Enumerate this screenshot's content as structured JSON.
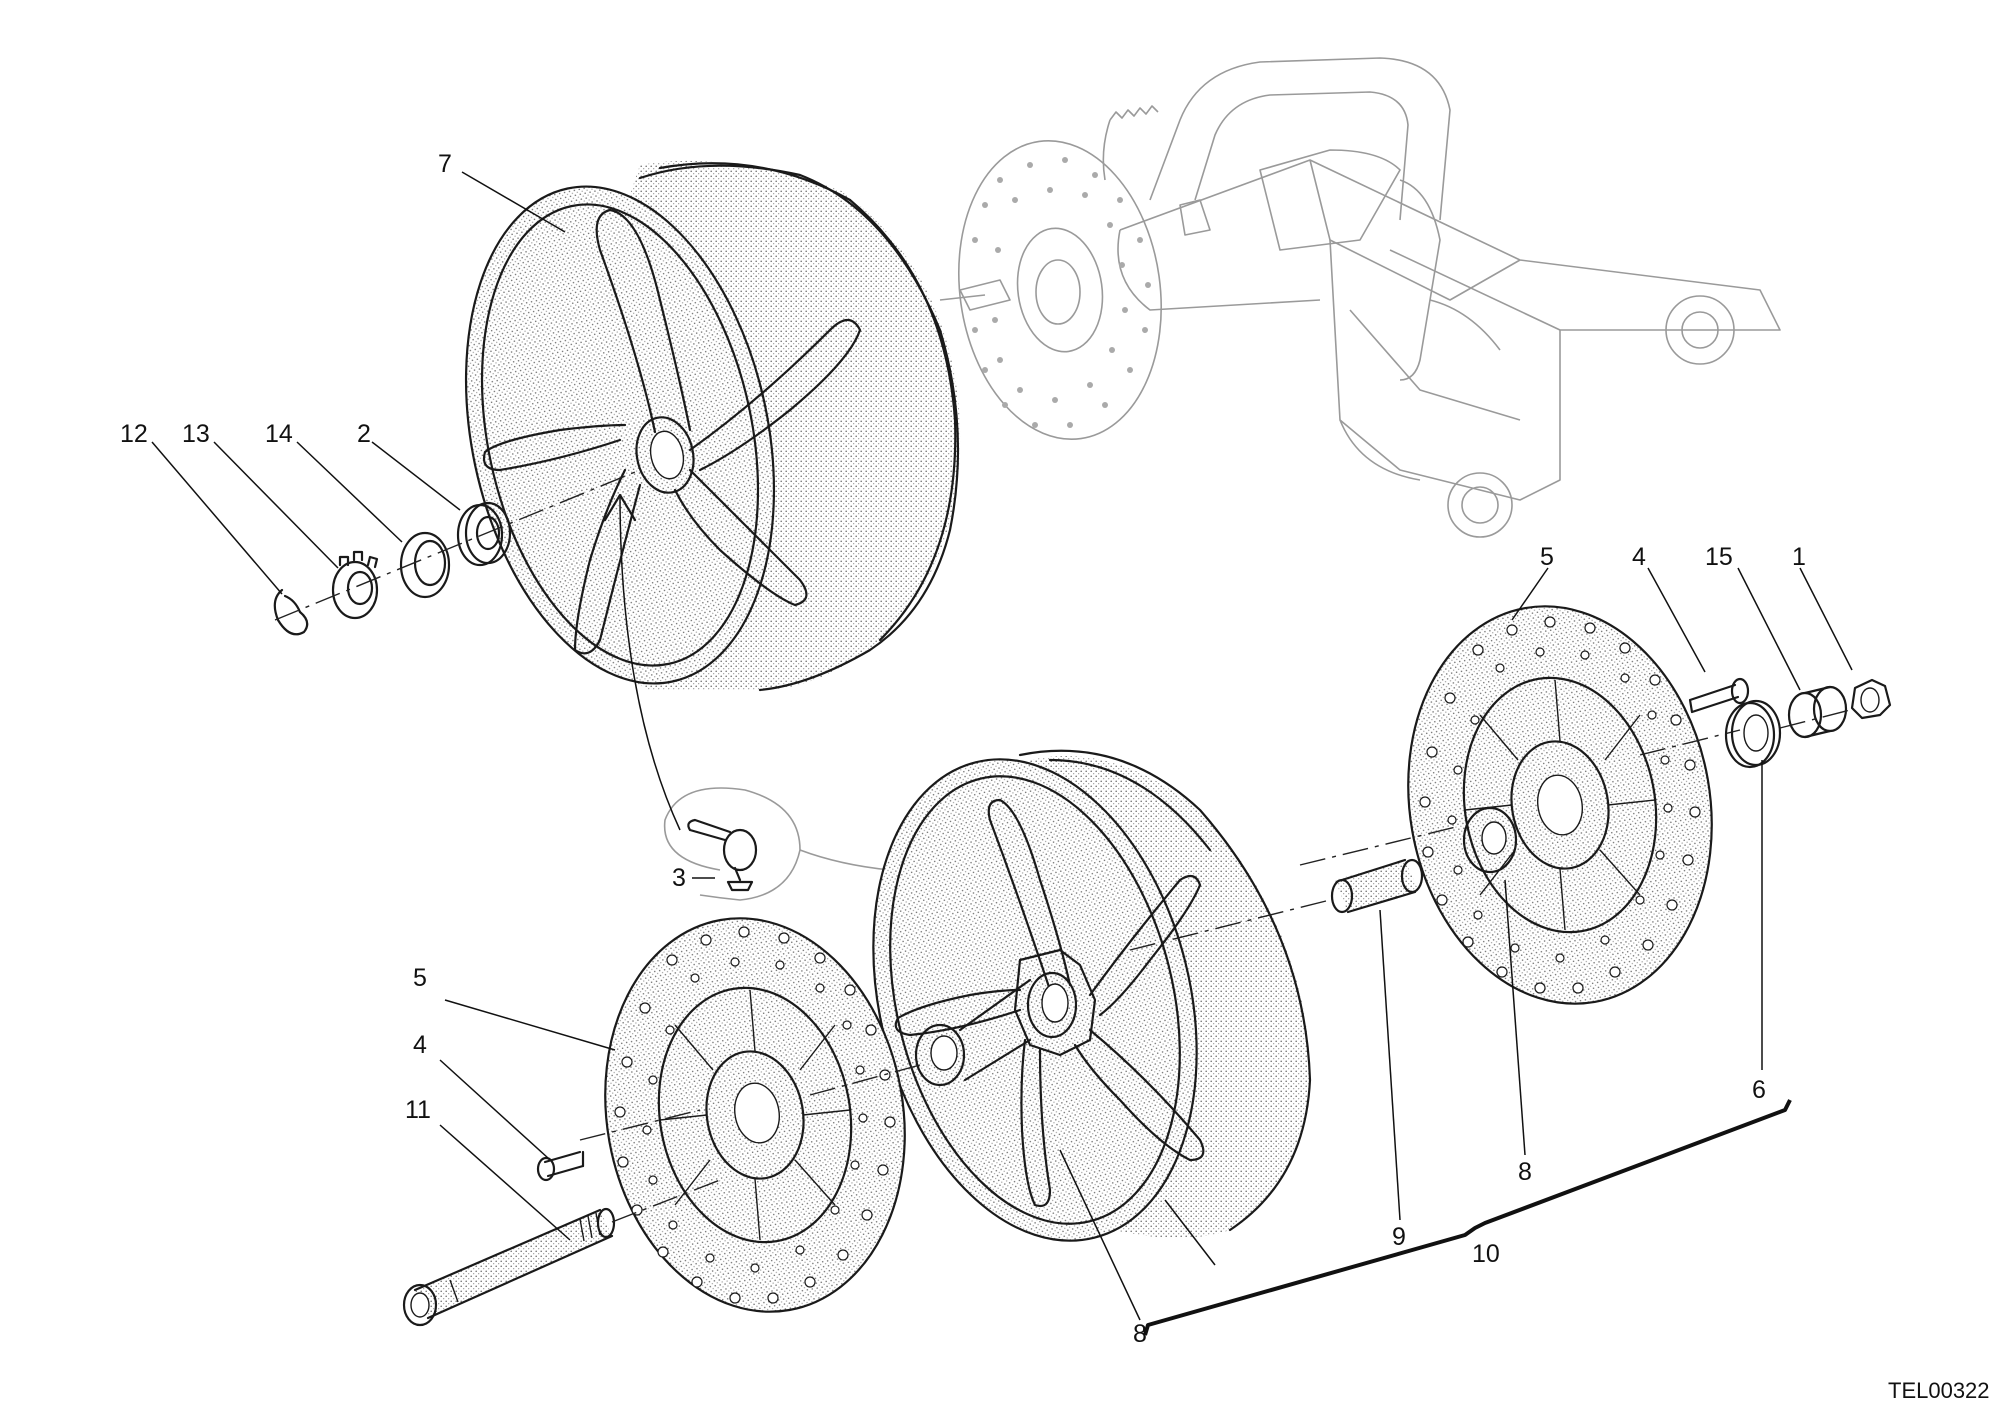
{
  "diagram": {
    "drawing_code": "TEL00322",
    "callouts": [
      {
        "id": "c-7-top",
        "label": "7"
      },
      {
        "id": "c-12",
        "label": "12"
      },
      {
        "id": "c-13",
        "label": "13"
      },
      {
        "id": "c-14",
        "label": "14"
      },
      {
        "id": "c-2",
        "label": "2"
      },
      {
        "id": "c-3",
        "label": "3"
      },
      {
        "id": "c-5-right",
        "label": "5"
      },
      {
        "id": "c-4-right",
        "label": "4"
      },
      {
        "id": "c-15",
        "label": "15"
      },
      {
        "id": "c-1",
        "label": "1"
      },
      {
        "id": "c-6",
        "label": "6"
      },
      {
        "id": "c-8-right",
        "label": "8"
      },
      {
        "id": "c-9",
        "label": "9"
      },
      {
        "id": "c-10",
        "label": "10"
      },
      {
        "id": "c-5-left",
        "label": "5"
      },
      {
        "id": "c-4-left",
        "label": "4"
      },
      {
        "id": "c-11",
        "label": "11"
      },
      {
        "id": "c-8-left",
        "label": "8"
      }
    ]
  }
}
